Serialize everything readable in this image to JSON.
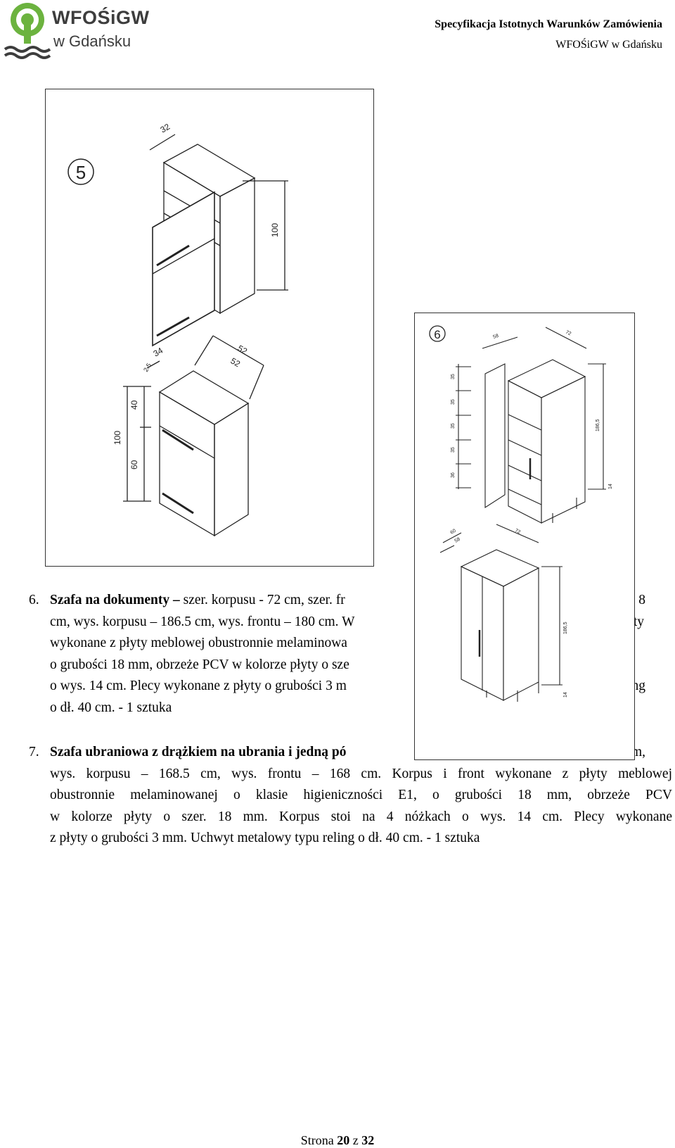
{
  "header": {
    "logo_name": "WFOŚiGW",
    "logo_sub": "w Gdańsku",
    "title": "Specyfikacja Istotnych Warunków Zamówienia",
    "subtitle": "WFOŚiGW w Gdańsku"
  },
  "figure5": {
    "marker": "5",
    "dims": {
      "depth_upper": "32",
      "height_upper": "100",
      "depth_a": "34",
      "depth_b": "2.5",
      "width_a": "52",
      "width_b": "52",
      "height_lower": "100",
      "h40": "40",
      "h60": "60"
    }
  },
  "figure6": {
    "marker": "6",
    "dims": {
      "d58": "58",
      "w72": "72",
      "s35a": "35",
      "s35b": "35",
      "s35c": "35",
      "s35d": "35",
      "s36": "36",
      "h186": "186,5",
      "h14": "14",
      "d60": "60",
      "d58b": "58",
      "w72b": "72",
      "h186b": "186,5",
      "h14b": "14"
    }
  },
  "item6": {
    "number": "6.",
    "title": "Szafa na dokumenty –",
    "line1": " szer. korpusu -  72 cm, szer. fr",
    "line1_end": "8",
    "line2": "cm, wys. korpusu – 186.5 cm, wys. frontu – 180 cm. W",
    "line2_end": "ty",
    "line3": "wykonane z płyty meblowej obustronnie melaminowa",
    "line4": "o grubości 18 mm, obrzeże PCV w kolorze płyty o sze",
    "line5": "o wys. 14 cm. Plecy wykonane z płyty o grubości 3 m",
    "line5_end": "ng",
    "line6": "o dł. 40 cm. - 1 sztuka"
  },
  "item7": {
    "number": "7.",
    "title": "Szafa ubraniowa z drążkiem na ubrania i jedną pó",
    "line1_end": "cm,",
    "line2": "wys. korpusu – 168.5 cm, wys. frontu – 168 cm. Korpus i front wykonane z płyty meblowej",
    "line3": "obustronnie melaminowanej o klasie higieniczności E1, o grubości 18 mm, obrzeże PCV",
    "line4": "w kolorze płyty  o szer. 18 mm. Korpus stoi na 4 nóżkach o wys. 14 cm. Plecy wykonane",
    "line5": "z płyty o grubości 3 mm. Uchwyt metalowy typu reling o dł. 40 cm. - 1 sztuka"
  },
  "footer": {
    "prefix": "Strona ",
    "page": "20",
    "mid": " z ",
    "total": "32"
  },
  "colors": {
    "logo_green": "#6cb33f",
    "logo_grey": "#3d3d3d"
  }
}
